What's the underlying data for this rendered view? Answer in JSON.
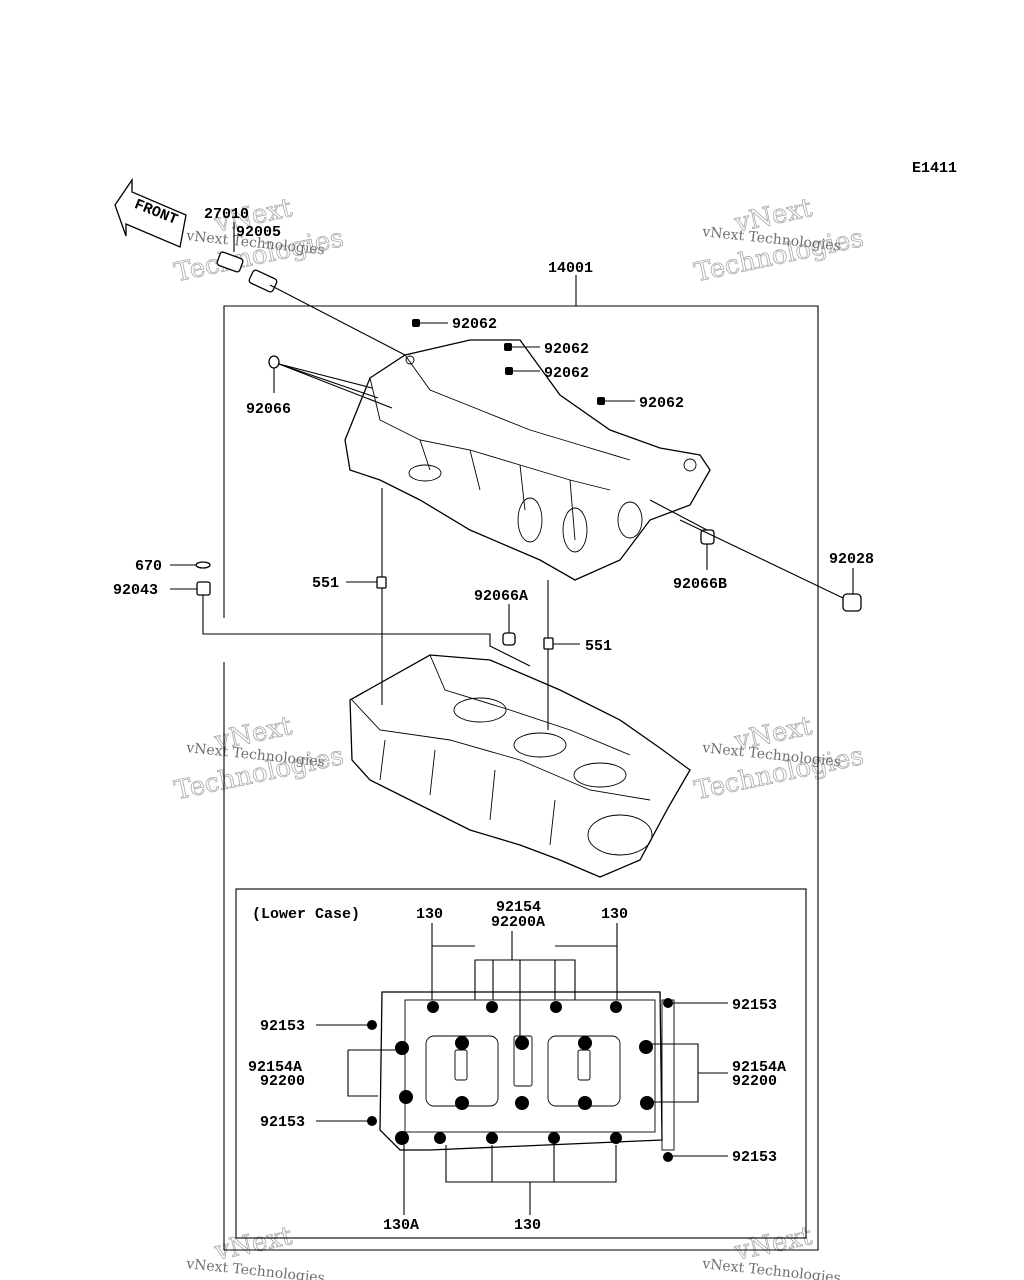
{
  "diagram_code": "E1411",
  "front_label": "FRONT",
  "section_label": "(Lower Case)",
  "watermark": {
    "line1": "vNext",
    "line2": "Technologies",
    "small": "vNext Technologies"
  },
  "callouts": {
    "p27010": "27010",
    "p92005": "92005",
    "p14001": "14001",
    "p92062_a": "92062",
    "p92062_b": "92062",
    "p92062_c": "92062",
    "p92062_d": "92062",
    "p92066": "92066",
    "p670": "670",
    "p92043": "92043",
    "p551_a": "551",
    "p92066A": "92066A",
    "p551_b": "551",
    "p92066B": "92066B",
    "p92028": "92028",
    "p130_tl": "130",
    "p92154": "92154",
    "p92200A": "92200A",
    "p130_tr": "130",
    "p92153_r1": "92153",
    "p92153_l1": "92153",
    "p92154A_l": "92154A",
    "p92200_l": "92200",
    "p92154A_r": "92154A",
    "p92200_r": "92200",
    "p92153_l2": "92153",
    "p92153_r2": "92153",
    "p130A": "130A",
    "p130_b": "130"
  }
}
